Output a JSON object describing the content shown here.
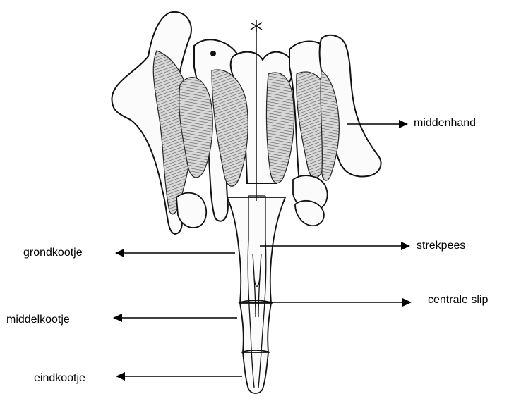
{
  "labels": {
    "middenhand": "middenhand",
    "strekpees": "strekpees",
    "centrale_slip": "centrale slip",
    "grondkootje": "grondkootje",
    "middelkootje": "middelkootje",
    "eindkootje": "eindkootje"
  },
  "colors": {
    "ink": "#000000",
    "bone_fill": "#fbfbfb",
    "muscle_fill": "#b9b9b9"
  },
  "icons": {
    "axis_marker": "asterisk-icon"
  }
}
